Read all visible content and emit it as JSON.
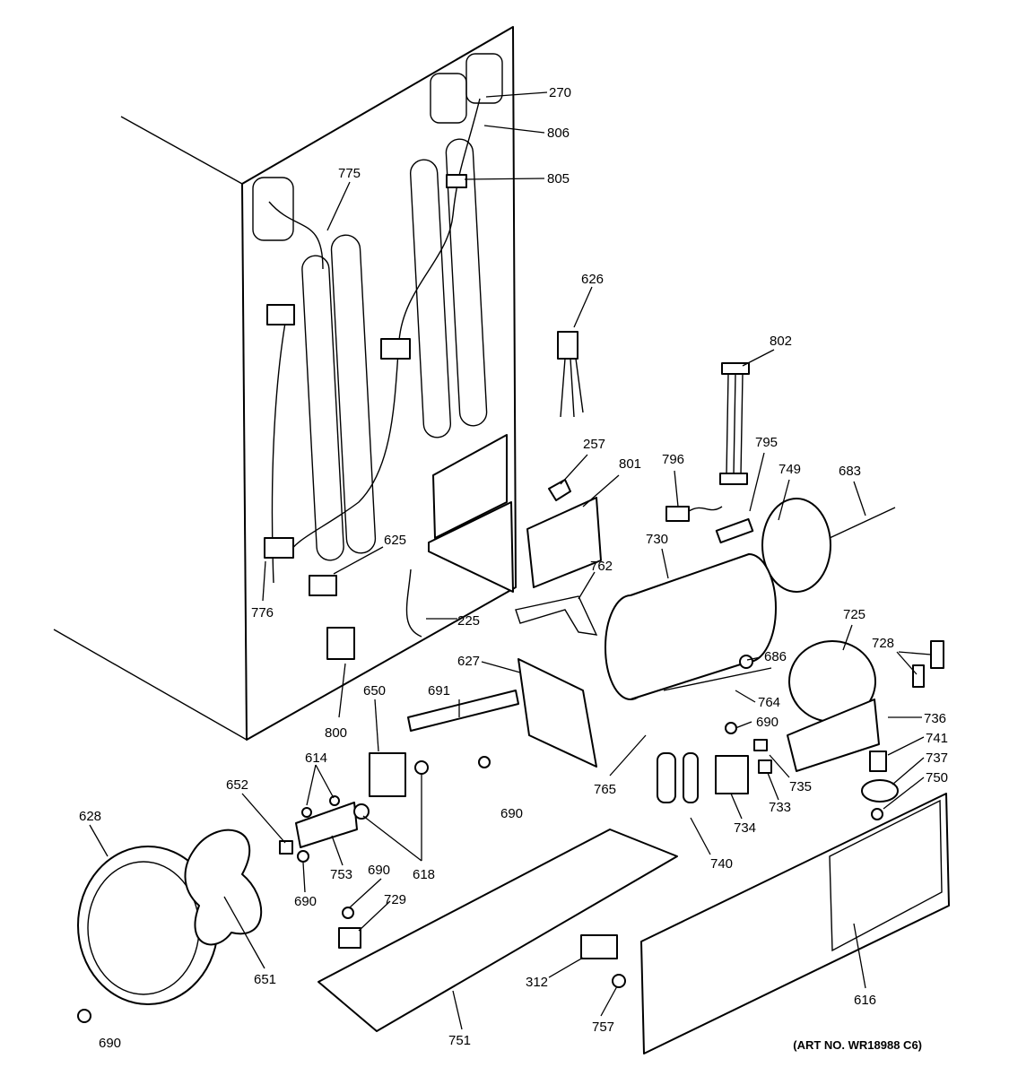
{
  "diagram": {
    "art_number": "(ART NO. WR18988 C6)",
    "labels": {
      "l270": "270",
      "l806": "806",
      "l805": "805",
      "l775": "775",
      "l626": "626",
      "l802": "802",
      "l257": "257",
      "l801": "801",
      "l796": "796",
      "l795": "795",
      "l749": "749",
      "l683": "683",
      "l730": "730",
      "l625": "625",
      "l776": "776",
      "l225": "225",
      "l762": "762",
      "l725": "725",
      "l728": "728",
      "l686": "686",
      "l627": "627",
      "l691": "691",
      "l764": "764",
      "l690a": "690",
      "l736": "736",
      "l741": "741",
      "l737": "737",
      "l800": "800",
      "l650": "650",
      "l735": "735",
      "l750": "750",
      "l614": "614",
      "l765": "765",
      "l733": "733",
      "l652": "652",
      "l690b": "690",
      "l734": "734",
      "l628": "628",
      "l618": "618",
      "l753": "753",
      "l740": "740",
      "l690c": "690",
      "l690d": "690",
      "l729": "729",
      "l651": "651",
      "l312": "312",
      "l616": "616",
      "l757": "757",
      "l751": "751",
      "l690e": "690"
    }
  }
}
